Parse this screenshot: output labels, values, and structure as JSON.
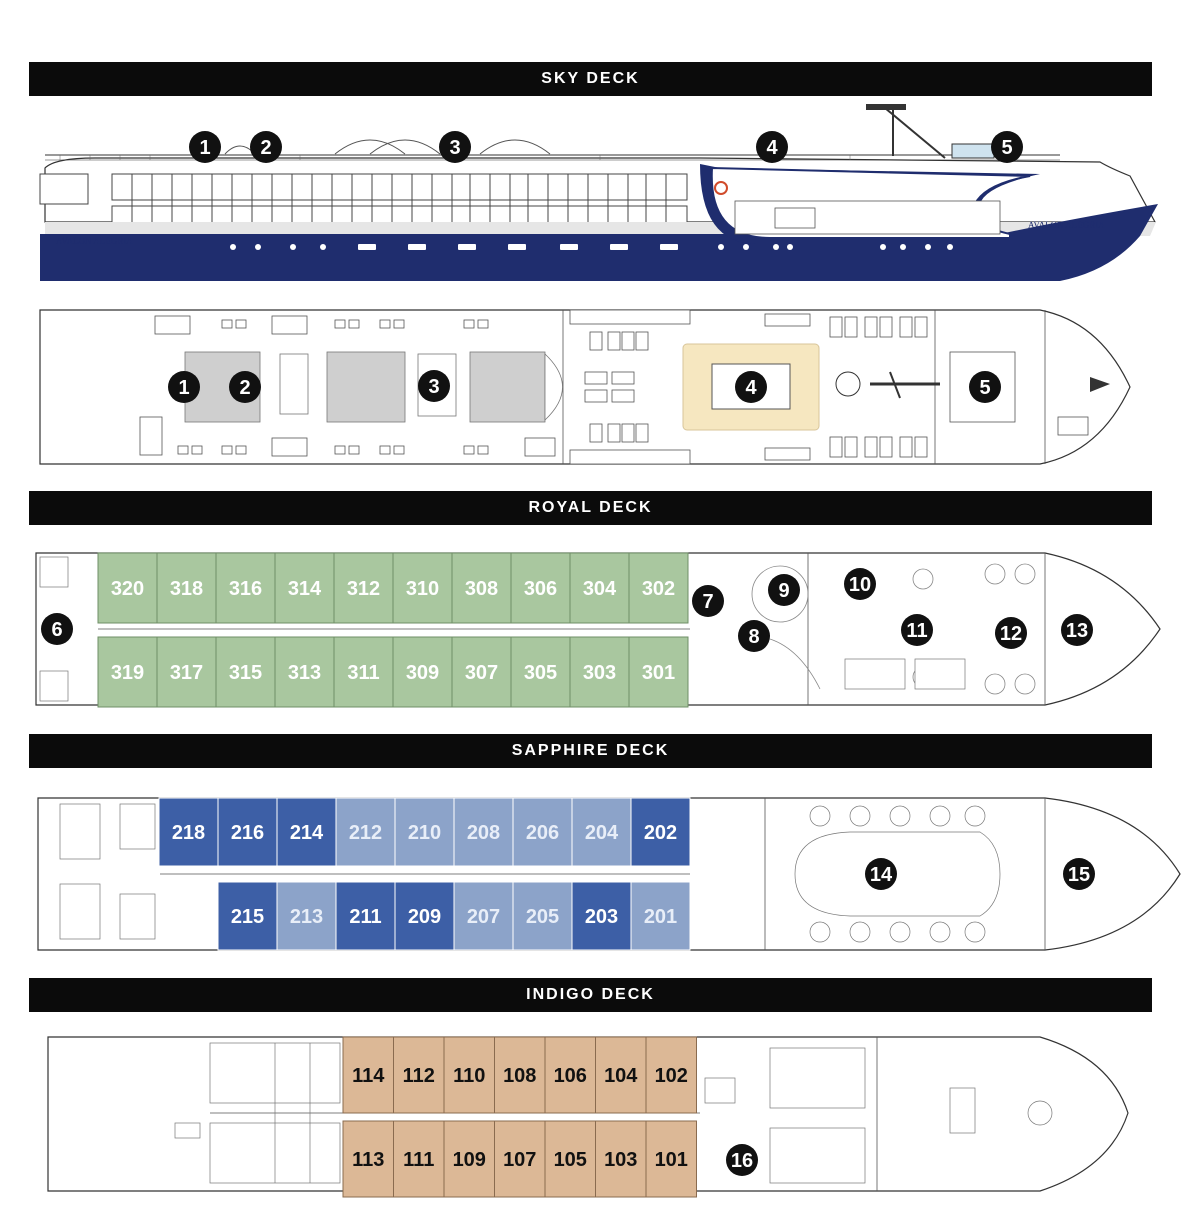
{
  "decks": [
    {
      "id": "sky",
      "title": "SKY DECK"
    },
    {
      "id": "royal",
      "title": "ROYAL DECK"
    },
    {
      "id": "sapphire",
      "title": "SAPPHIRE DECK"
    },
    {
      "id": "indigo",
      "title": "INDIGO DECK"
    }
  ],
  "ship_name": "AVALON ALEGRIA",
  "colors": {
    "hull": "#1f2d6e",
    "royal_cabin": "#a9c79f",
    "sapphire_dark": "#3d5fa6",
    "sapphire_light": "#8ca3c9",
    "indigo_cabin": "#dcb896",
    "sundeck_pad": "#f6e7c0"
  },
  "sky_profile_markers": [
    "1",
    "2",
    "3",
    "4",
    "5"
  ],
  "sky_plan_markers": [
    "1",
    "2",
    "3",
    "4",
    "5"
  ],
  "royal_markers": [
    "6",
    "7",
    "8",
    "9",
    "10",
    "11",
    "12",
    "13"
  ],
  "royal_cabins_top": [
    "320",
    "318",
    "316",
    "314",
    "312",
    "310",
    "308",
    "306",
    "304",
    "302"
  ],
  "royal_cabins_bottom": [
    "319",
    "317",
    "315",
    "313",
    "311",
    "309",
    "307",
    "305",
    "303",
    "301"
  ],
  "sapphire_markers": [
    "14",
    "15"
  ],
  "sapphire_cabins_top": [
    {
      "n": "218",
      "shade": "dark"
    },
    {
      "n": "216",
      "shade": "dark"
    },
    {
      "n": "214",
      "shade": "dark"
    },
    {
      "n": "212",
      "shade": "light"
    },
    {
      "n": "210",
      "shade": "light"
    },
    {
      "n": "208",
      "shade": "light"
    },
    {
      "n": "206",
      "shade": "light"
    },
    {
      "n": "204",
      "shade": "light"
    },
    {
      "n": "202",
      "shade": "dark"
    }
  ],
  "sapphire_cabins_bottom": [
    {
      "n": "215",
      "shade": "dark"
    },
    {
      "n": "213",
      "shade": "light"
    },
    {
      "n": "211",
      "shade": "dark"
    },
    {
      "n": "209",
      "shade": "dark"
    },
    {
      "n": "207",
      "shade": "light"
    },
    {
      "n": "205",
      "shade": "light"
    },
    {
      "n": "203",
      "shade": "dark"
    },
    {
      "n": "201",
      "shade": "light"
    }
  ],
  "indigo_markers": [
    "16"
  ],
  "indigo_cabins_top": [
    "114",
    "112",
    "110",
    "108",
    "106",
    "104",
    "102"
  ],
  "indigo_cabins_bottom": [
    "113",
    "111",
    "109",
    "107",
    "105",
    "103",
    "101"
  ]
}
